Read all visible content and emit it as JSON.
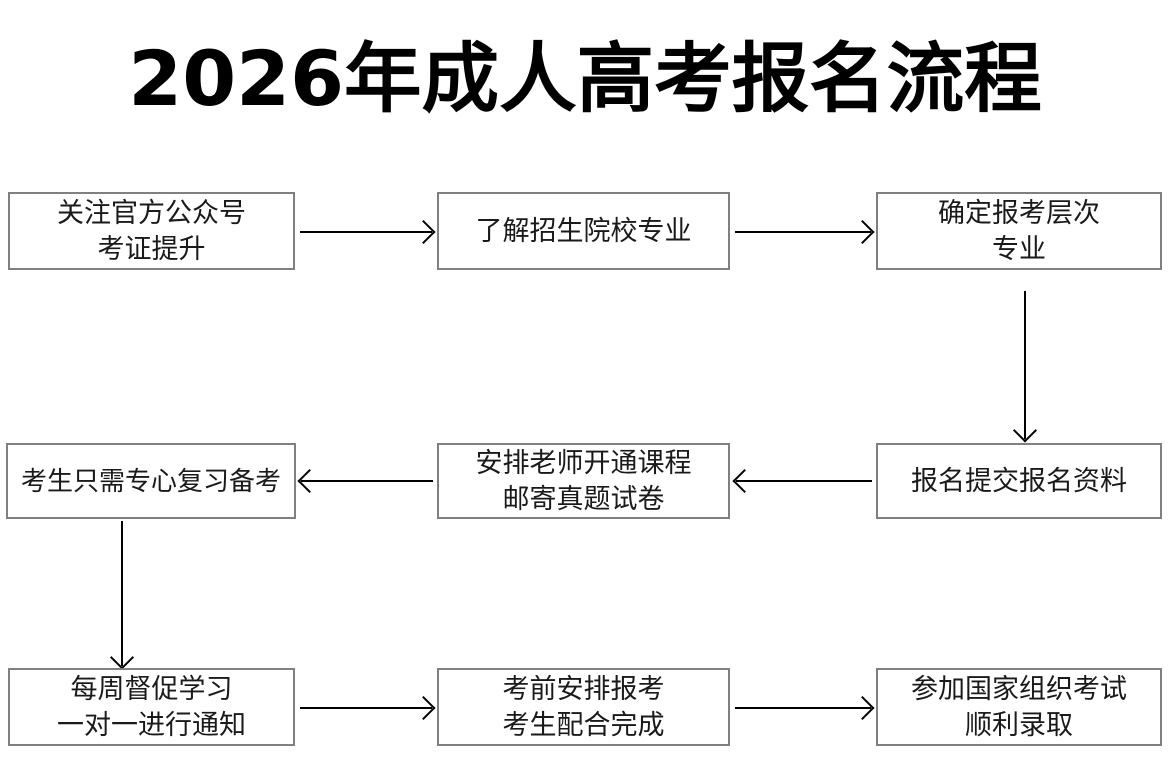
{
  "title": "2026年成人高考报名流程",
  "colors": {
    "node_border": "#808080",
    "arrow": "#000000",
    "text": "#1a1a1a",
    "title": "#000000",
    "background": "#ffffff"
  },
  "flowchart": {
    "type": "process-flow",
    "rows": 3,
    "columns": 3,
    "direction": "serpentine-left-to-right-then-right-to-left",
    "nodes": [
      {
        "id": "n1",
        "order": 1,
        "lines": [
          "关注官方公众号",
          "考证提升"
        ]
      },
      {
        "id": "n2",
        "order": 2,
        "lines": [
          "了解招生院校专业"
        ]
      },
      {
        "id": "n3",
        "order": 3,
        "lines": [
          "确定报考层次",
          "专业"
        ]
      },
      {
        "id": "n4",
        "order": 6,
        "lines": [
          "考生只需专心复习备考"
        ]
      },
      {
        "id": "n5",
        "order": 5,
        "lines": [
          "安排老师开通课程",
          "邮寄真题试卷"
        ]
      },
      {
        "id": "n6",
        "order": 4,
        "lines": [
          "报名提交报名资料"
        ]
      },
      {
        "id": "n7",
        "order": 7,
        "lines": [
          "每周督促学习",
          "一对一进行通知"
        ]
      },
      {
        "id": "n8",
        "order": 8,
        "lines": [
          "考前安排报考",
          "考生配合完成"
        ]
      },
      {
        "id": "n9",
        "order": 9,
        "lines": [
          "参加国家组织考试",
          "顺利录取"
        ]
      }
    ],
    "edges": [
      {
        "from": "n1",
        "to": "n2",
        "direction": "right"
      },
      {
        "from": "n2",
        "to": "n3",
        "direction": "right"
      },
      {
        "from": "n3",
        "to": "n6",
        "direction": "down"
      },
      {
        "from": "n6",
        "to": "n5",
        "direction": "left"
      },
      {
        "from": "n5",
        "to": "n4",
        "direction": "left"
      },
      {
        "from": "n4",
        "to": "n7",
        "direction": "down"
      },
      {
        "from": "n7",
        "to": "n8",
        "direction": "right"
      },
      {
        "from": "n8",
        "to": "n9",
        "direction": "right"
      }
    ]
  }
}
